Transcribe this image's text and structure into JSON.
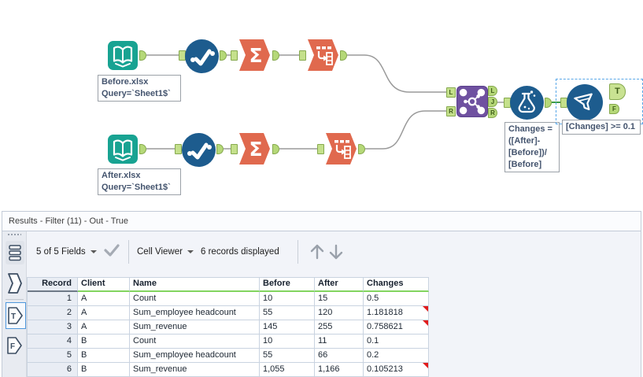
{
  "canvas": {
    "annotations": {
      "before": [
        "Before.xlsx",
        "Query=`Sheet1$`"
      ],
      "after": [
        "After.xlsx",
        "Query=`Sheet1$`"
      ],
      "formula": [
        "Changes =",
        "([After]-",
        "[Before])/",
        "[Before]"
      ],
      "filter": "[Changes] >= 0.1"
    },
    "anchor_labels": {
      "left": "L",
      "right": "R",
      "join": "J",
      "true": "T",
      "false": "F"
    },
    "tools": [
      "Input Data",
      "Select",
      "Summarize",
      "Cross Tab",
      "Join",
      "Formula",
      "Filter"
    ],
    "colors": {
      "input_teal": "#18A392",
      "select_blue": "#1D5C8E",
      "summarize_orange": "#E0694E",
      "join_purple": "#6F51A0",
      "anchor_green": "#C4E08B",
      "selected_wire_green": "#3E9C47",
      "selection_dash_blue": "#58A7E8"
    }
  },
  "results": {
    "title": "Results - Filter (11) - Out - True",
    "toolbar": {
      "fields_dropdown": "5 of 5 Fields",
      "cell_viewer_dropdown": "Cell Viewer",
      "records_label": "6 records displayed"
    },
    "anchors": {
      "true": "T",
      "false": "F"
    },
    "table": {
      "columns": [
        "Record",
        "Client",
        "Name",
        "Before",
        "After",
        "Changes"
      ],
      "rows": [
        [
          "1",
          "A",
          "Count",
          "10",
          "15",
          "0.5"
        ],
        [
          "2",
          "A",
          "Sum_employee headcount",
          "55",
          "120",
          "1.181818"
        ],
        [
          "3",
          "A",
          "Sum_revenue",
          "145",
          "255",
          "0.758621"
        ],
        [
          "4",
          "B",
          "Count",
          "10",
          "11",
          "0.1"
        ],
        [
          "5",
          "B",
          "Sum_employee headcount",
          "55",
          "66",
          "0.2"
        ],
        [
          "6",
          "B",
          "Sum_revenue",
          "1,055",
          "1,166",
          "0.105213"
        ]
      ],
      "flagged_records": [
        2,
        3,
        6
      ],
      "flag_color": "#E11C1C",
      "header_underline_color": "#82D45F"
    }
  }
}
